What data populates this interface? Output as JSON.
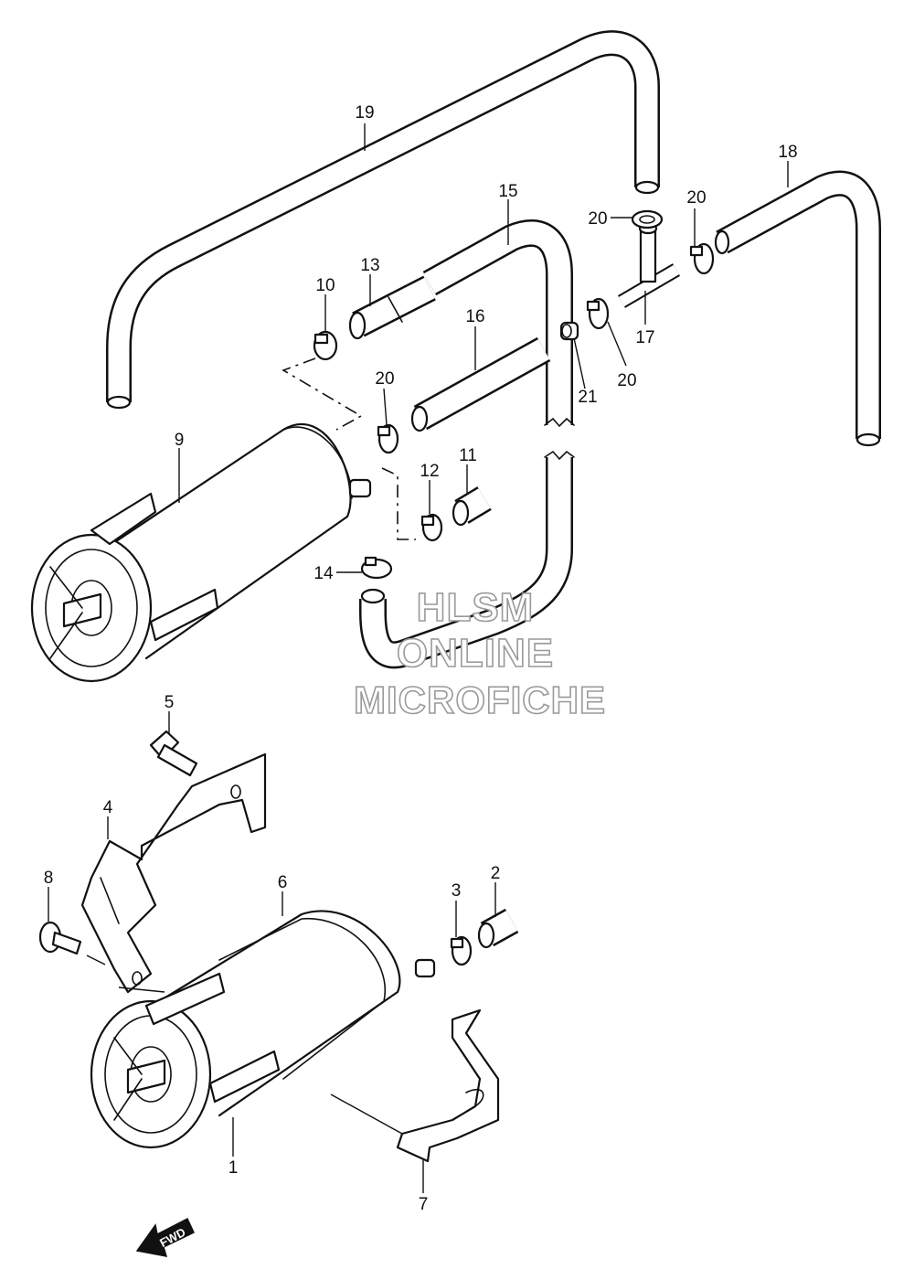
{
  "callouts": {
    "c1": "1",
    "c2": "2",
    "c3": "3",
    "c4": "4",
    "c5": "5",
    "c6": "6",
    "c7": "7",
    "c8": "8",
    "c9": "9",
    "c10": "10",
    "c11": "11",
    "c12": "12",
    "c13": "13",
    "c14": "14",
    "c15": "15",
    "c16": "16",
    "c17": "17",
    "c18": "18",
    "c19": "19",
    "c20a": "20",
    "c20b": "20",
    "c20c": "20",
    "c20d": "20",
    "c21": "21"
  },
  "watermark": {
    "line1": "HLSM",
    "line2": "ONLINE",
    "line3": "MICROFICHE"
  },
  "fwd_label": "FWD"
}
